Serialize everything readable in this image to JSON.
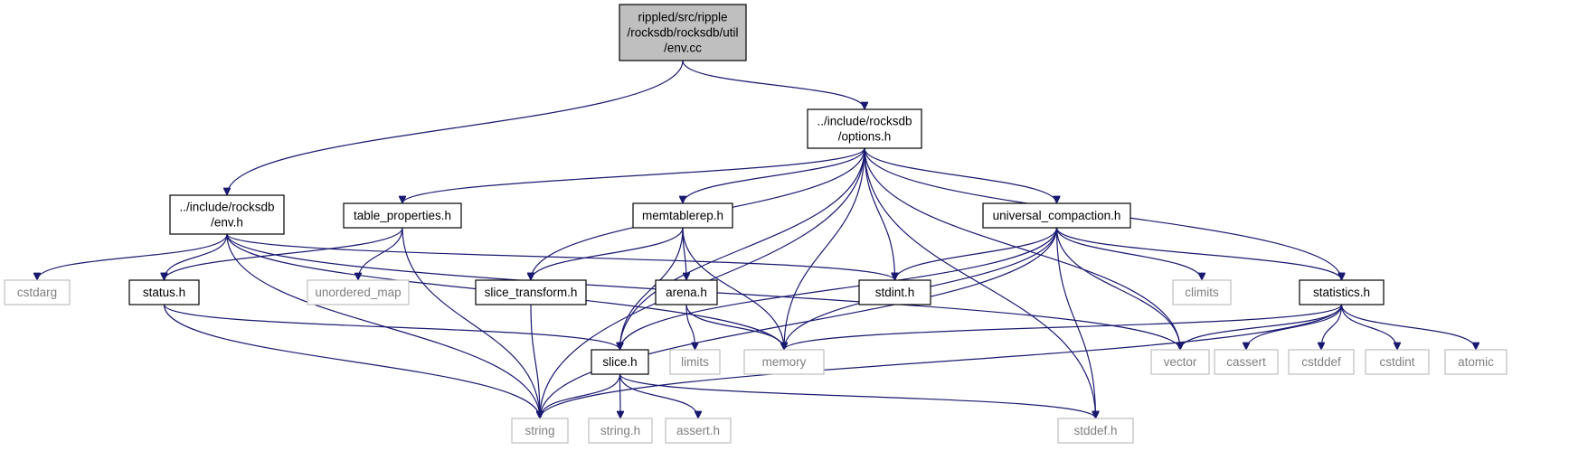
{
  "diagram": {
    "nodes": [
      {
        "id": "env_cc",
        "lines": [
          "rippled/src/ripple",
          "/rocksdb/rocksdb/util",
          "/env.cc"
        ],
        "kind": "root"
      },
      {
        "id": "options_h",
        "lines": [
          "../include/rocksdb",
          "/options.h"
        ],
        "kind": "file"
      },
      {
        "id": "env_h",
        "lines": [
          "../include/rocksdb",
          "/env.h"
        ],
        "kind": "file"
      },
      {
        "id": "table_properties_h",
        "lines": [
          "table_properties.h"
        ],
        "kind": "file"
      },
      {
        "id": "memtablerep_h",
        "lines": [
          "memtablerep.h"
        ],
        "kind": "file"
      },
      {
        "id": "universal_compaction_h",
        "lines": [
          "universal_compaction.h"
        ],
        "kind": "file"
      },
      {
        "id": "cstdarg",
        "lines": [
          "cstdarg"
        ],
        "kind": "external"
      },
      {
        "id": "status_h",
        "lines": [
          "status.h"
        ],
        "kind": "file"
      },
      {
        "id": "unordered_map",
        "lines": [
          "unordered_map"
        ],
        "kind": "external"
      },
      {
        "id": "slice_transform_h",
        "lines": [
          "slice_transform.h"
        ],
        "kind": "file"
      },
      {
        "id": "arena_h",
        "lines": [
          "arena.h"
        ],
        "kind": "file"
      },
      {
        "id": "stdint_h",
        "lines": [
          "stdint.h"
        ],
        "kind": "file"
      },
      {
        "id": "climits",
        "lines": [
          "climits"
        ],
        "kind": "external"
      },
      {
        "id": "statistics_h",
        "lines": [
          "statistics.h"
        ],
        "kind": "file"
      },
      {
        "id": "slice_h",
        "lines": [
          "slice.h"
        ],
        "kind": "file"
      },
      {
        "id": "limits",
        "lines": [
          "limits"
        ],
        "kind": "external"
      },
      {
        "id": "memory",
        "lines": [
          "memory"
        ],
        "kind": "external"
      },
      {
        "id": "vector",
        "lines": [
          "vector"
        ],
        "kind": "external"
      },
      {
        "id": "cassert",
        "lines": [
          "cassert"
        ],
        "kind": "external"
      },
      {
        "id": "cstddef",
        "lines": [
          "cstddef"
        ],
        "kind": "external"
      },
      {
        "id": "cstdint",
        "lines": [
          "cstdint"
        ],
        "kind": "external"
      },
      {
        "id": "atomic",
        "lines": [
          "atomic"
        ],
        "kind": "external"
      },
      {
        "id": "string",
        "lines": [
          "string"
        ],
        "kind": "external"
      },
      {
        "id": "string_h",
        "lines": [
          "string.h"
        ],
        "kind": "external"
      },
      {
        "id": "assert_h",
        "lines": [
          "assert.h"
        ],
        "kind": "external"
      },
      {
        "id": "stddef_h",
        "lines": [
          "stddef.h"
        ],
        "kind": "external"
      }
    ],
    "edges": [
      [
        "env_cc",
        "env_h"
      ],
      [
        "env_cc",
        "options_h"
      ],
      [
        "env_h",
        "cstdarg"
      ],
      [
        "env_h",
        "string"
      ],
      [
        "env_h",
        "status_h"
      ],
      [
        "env_h",
        "memory"
      ],
      [
        "env_h",
        "vector"
      ],
      [
        "env_h",
        "stdint_h"
      ],
      [
        "options_h",
        "table_properties_h"
      ],
      [
        "options_h",
        "slice_transform_h"
      ],
      [
        "options_h",
        "memtablerep_h"
      ],
      [
        "options_h",
        "slice_h"
      ],
      [
        "options_h",
        "memory"
      ],
      [
        "options_h",
        "stdint_h"
      ],
      [
        "options_h",
        "universal_compaction_h"
      ],
      [
        "options_h",
        "vector"
      ],
      [
        "options_h",
        "statistics_h"
      ],
      [
        "options_h",
        "string"
      ],
      [
        "options_h",
        "stddef_h"
      ],
      [
        "table_properties_h",
        "status_h"
      ],
      [
        "table_properties_h",
        "unordered_map"
      ],
      [
        "table_properties_h",
        "string"
      ],
      [
        "memtablerep_h",
        "slice_transform_h"
      ],
      [
        "memtablerep_h",
        "arena_h"
      ],
      [
        "memtablerep_h",
        "slice_h"
      ],
      [
        "memtablerep_h",
        "memory"
      ],
      [
        "universal_compaction_h",
        "stdint_h"
      ],
      [
        "universal_compaction_h",
        "climits"
      ],
      [
        "universal_compaction_h",
        "statistics_h"
      ],
      [
        "universal_compaction_h",
        "slice_h"
      ],
      [
        "universal_compaction_h",
        "memory"
      ],
      [
        "universal_compaction_h",
        "string"
      ],
      [
        "universal_compaction_h",
        "vector"
      ],
      [
        "universal_compaction_h",
        "stddef_h"
      ],
      [
        "status_h",
        "slice_h"
      ],
      [
        "status_h",
        "string"
      ],
      [
        "slice_transform_h",
        "string"
      ],
      [
        "arena_h",
        "limits"
      ],
      [
        "arena_h",
        "memory"
      ],
      [
        "statistics_h",
        "memory"
      ],
      [
        "statistics_h",
        "vector"
      ],
      [
        "statistics_h",
        "cassert"
      ],
      [
        "statistics_h",
        "cstddef"
      ],
      [
        "statistics_h",
        "cstdint"
      ],
      [
        "statistics_h",
        "atomic"
      ],
      [
        "statistics_h",
        "string"
      ],
      [
        "slice_h",
        "string"
      ],
      [
        "slice_h",
        "string_h"
      ],
      [
        "slice_h",
        "assert_h"
      ],
      [
        "slice_h",
        "stddef_h"
      ]
    ]
  }
}
